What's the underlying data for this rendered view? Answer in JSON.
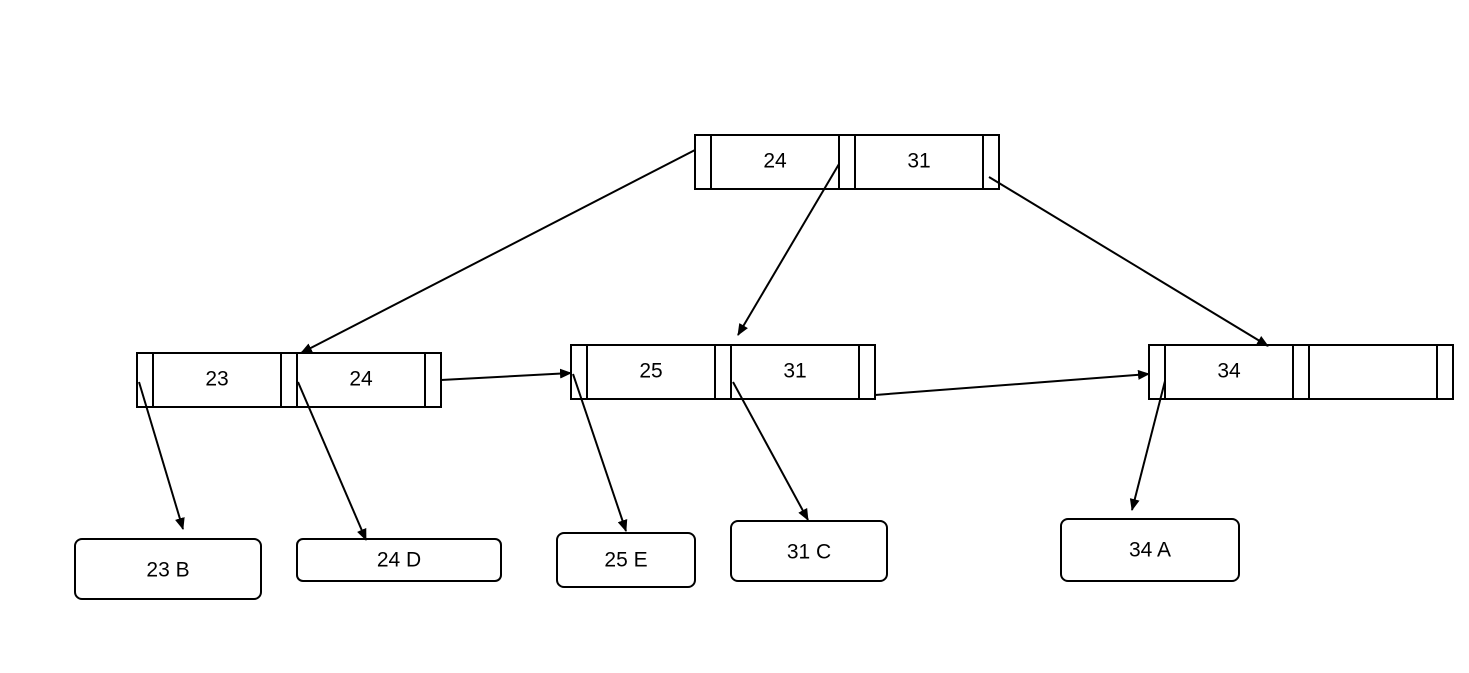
{
  "diagram": {
    "root": {
      "keys": [
        "24",
        "31"
      ]
    },
    "internal_nodes": [
      {
        "keys": [
          "23",
          "24"
        ]
      },
      {
        "keys": [
          "25",
          "31"
        ]
      },
      {
        "keys": [
          "34",
          ""
        ]
      }
    ],
    "records": [
      {
        "label": "23 B"
      },
      {
        "label": "24 D"
      },
      {
        "label": "25 E"
      },
      {
        "label": "31 C"
      },
      {
        "label": "34 A"
      }
    ]
  }
}
